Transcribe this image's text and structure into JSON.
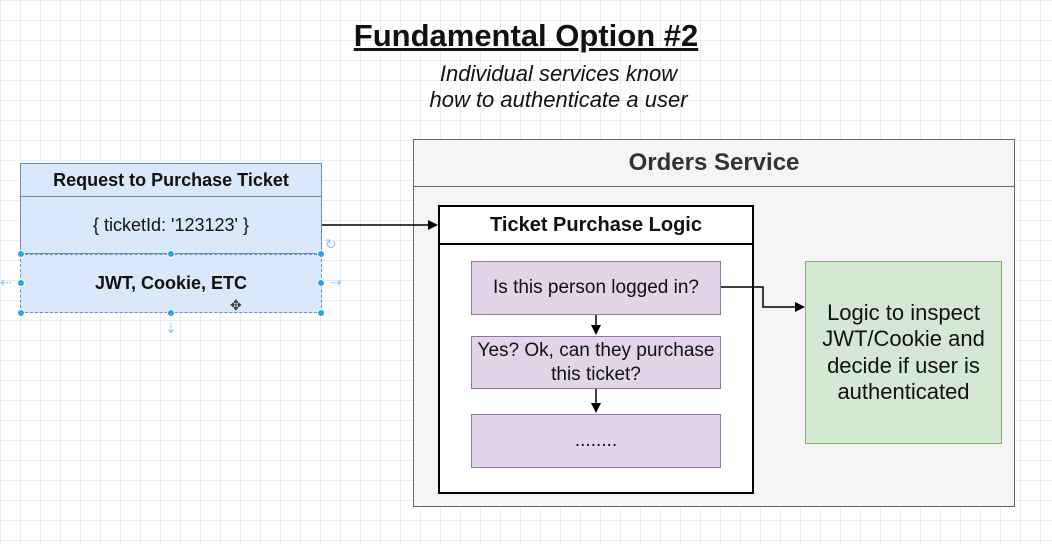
{
  "title": "Fundamental Option #2",
  "subtitle": {
    "line1": "Individual services know",
    "line2": "how to authenticate a user"
  },
  "request": {
    "header": "Request to Purchase Ticket",
    "body": "{ ticketId: '123123' }",
    "auth": "JWT, Cookie, ETC"
  },
  "orders_service": {
    "title": "Orders Service",
    "logic": {
      "title": "Ticket Purchase Logic",
      "steps": [
        "Is this person logged in?",
        "Yes? Ok, can they purchase this ticket?",
        "........"
      ]
    },
    "inspect": "Logic to inspect JWT/Cookie and decide if user is authenticated"
  },
  "colors": {
    "request_fill": "#dae8fc",
    "request_stroke": "#6c8ebf",
    "step_fill": "#e1d5e7",
    "step_stroke": "#9673a6",
    "inspect_fill": "#d5e8d4",
    "inspect_stroke": "#82b366",
    "selection_handle": "#29a3ef"
  }
}
